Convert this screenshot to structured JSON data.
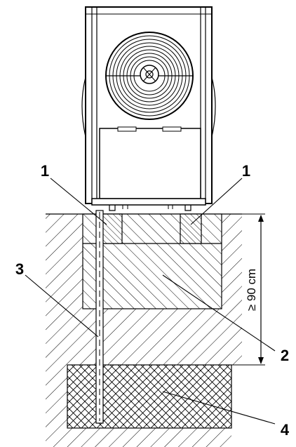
{
  "callouts": {
    "left": "1",
    "right": "1",
    "slab": "2",
    "pipe": "3",
    "gravel": "4"
  },
  "dimension": {
    "text": "≥ 90 cm"
  },
  "colors": {
    "line": "#000000",
    "background": "#ffffff"
  }
}
